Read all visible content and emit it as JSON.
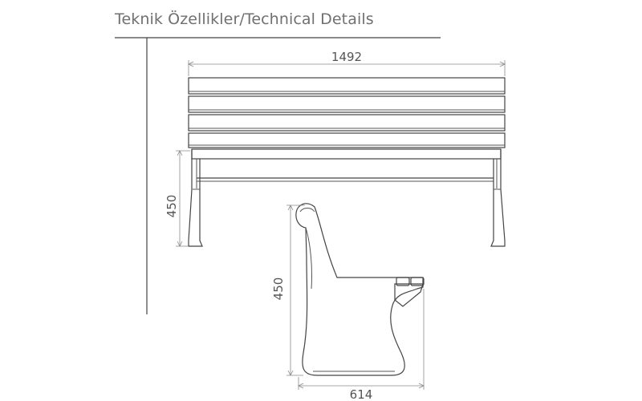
{
  "header": {
    "title": "Teknik Özellikler/Technical Details"
  },
  "front_view": {
    "width_label": "1492",
    "height_label": "450"
  },
  "side_view": {
    "height_label": "450",
    "depth_label": "614"
  },
  "colors": {
    "line": "#444444",
    "dimension": "#8a8a8a",
    "title_text": "#707070"
  }
}
